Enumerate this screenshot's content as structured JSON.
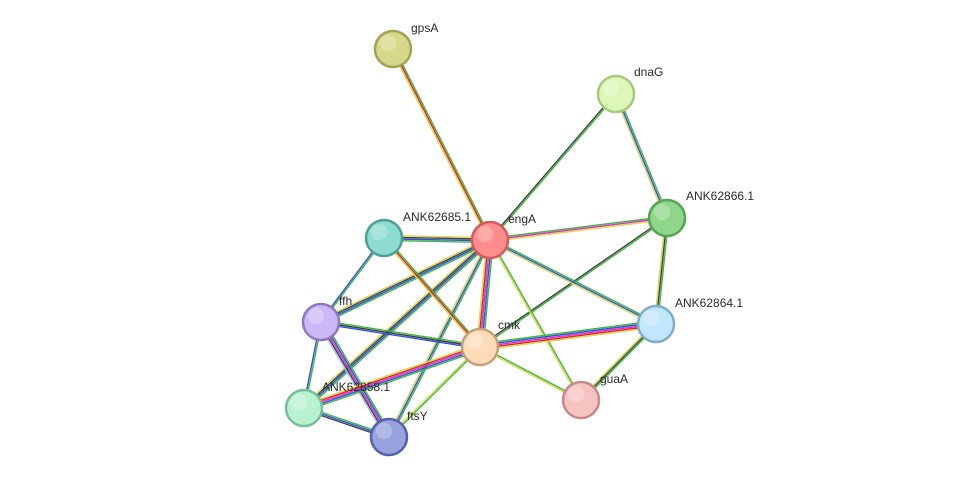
{
  "nodes": [
    {
      "id": "gpsA",
      "label": "gpsA",
      "fill": "#d8d88a",
      "stroke": "#a3a356"
    },
    {
      "id": "dnaG",
      "label": "dnaG",
      "fill": "#ddf7b8",
      "stroke": "#a6c97a"
    },
    {
      "id": "ANK62866.1",
      "label": "ANK62866.1",
      "fill": "#8fd68a",
      "stroke": "#55a44f"
    },
    {
      "id": "engA",
      "label": "engA",
      "fill": "#ff8d8d",
      "stroke": "#d45959"
    },
    {
      "id": "ANK62685.1",
      "label": "ANK62685.1",
      "fill": "#8ddcd2",
      "stroke": "#4e9f96"
    },
    {
      "id": "ffh",
      "label": "ffh",
      "fill": "#cbb8f7",
      "stroke": "#8d78c2"
    },
    {
      "id": "cmk",
      "label": "cmk",
      "fill": "#ffdcb8",
      "stroke": "#c6a07c"
    },
    {
      "id": "ANK62864.1",
      "label": "ANK62864.1",
      "fill": "#c2e6fb",
      "stroke": "#7eaecb"
    },
    {
      "id": "guaA",
      "label": "guaA",
      "fill": "#f7c2c2",
      "stroke": "#c58a8a"
    },
    {
      "id": "ANK62858.1",
      "label": "ANK62858.1",
      "fill": "#b8f2d0",
      "stroke": "#78bf95"
    },
    {
      "id": "ftsY",
      "label": "ftsY",
      "fill": "#97a2de",
      "stroke": "#5662a8"
    }
  ],
  "edges": [
    {
      "source": "gpsA",
      "target": "engA",
      "colors": [
        "#3fb83f",
        "#e02020",
        "#d8d84a"
      ]
    },
    {
      "source": "dnaG",
      "target": "engA",
      "colors": [
        "#3fb83f",
        "#404040"
      ]
    },
    {
      "source": "dnaG",
      "target": "ANK62866.1",
      "colors": [
        "#3fb83f",
        "#3050e0",
        "#d8d84a"
      ]
    },
    {
      "source": "engA",
      "target": "ANK62866.1",
      "colors": [
        "#3fb83f",
        "#e030c8",
        "#d8d84a"
      ]
    },
    {
      "source": "ANK62866.1",
      "target": "cmk",
      "colors": [
        "#3fb83f",
        "#404040"
      ]
    },
    {
      "source": "ANK62866.1",
      "target": "ANK62864.1",
      "colors": [
        "#3fb83f",
        "#404040",
        "#d8d84a"
      ]
    },
    {
      "source": "engA",
      "target": "ANK62685.1",
      "colors": [
        "#3fb83f",
        "#3050e0",
        "#404040",
        "#d8d84a"
      ]
    },
    {
      "source": "engA",
      "target": "ffh",
      "colors": [
        "#3fb83f",
        "#3050e0",
        "#404040",
        "#d8d84a"
      ]
    },
    {
      "source": "engA",
      "target": "cmk",
      "colors": [
        "#3fb83f",
        "#3050e0",
        "#e030c8",
        "#e02020",
        "#d8d84a"
      ]
    },
    {
      "source": "engA",
      "target": "ANK62864.1",
      "colors": [
        "#3fb83f",
        "#3050e0",
        "#d8d84a"
      ]
    },
    {
      "source": "engA",
      "target": "guaA",
      "colors": [
        "#3fb83f",
        "#d8d84a"
      ]
    },
    {
      "source": "engA",
      "target": "ANK62858.1",
      "colors": [
        "#3fb83f",
        "#3050e0",
        "#404040",
        "#d8d84a"
      ]
    },
    {
      "source": "engA",
      "target": "ftsY",
      "colors": [
        "#3fb83f",
        "#3050e0",
        "#d8d84a"
      ]
    },
    {
      "source": "ANK62685.1",
      "target": "ffh",
      "colors": [
        "#3fb83f",
        "#3050e0"
      ]
    },
    {
      "source": "ANK62685.1",
      "target": "cmk",
      "colors": [
        "#3fb83f",
        "#e02020",
        "#d8d84a"
      ]
    },
    {
      "source": "ffh",
      "target": "cmk",
      "colors": [
        "#3fb83f",
        "#404040",
        "#3050e0"
      ]
    },
    {
      "source": "ffh",
      "target": "ANK62858.1",
      "colors": [
        "#3fb83f",
        "#3050e0"
      ]
    },
    {
      "source": "ffh",
      "target": "ftsY",
      "colors": [
        "#3fb83f",
        "#3050e0",
        "#e030c8",
        "#404040",
        "#a0c8f0"
      ]
    },
    {
      "source": "cmk",
      "target": "ANK62864.1",
      "colors": [
        "#3fb83f",
        "#3050e0",
        "#e030c8",
        "#e02020",
        "#d8d84a"
      ]
    },
    {
      "source": "cmk",
      "target": "guaA",
      "colors": [
        "#3fb83f",
        "#d8d84a"
      ]
    },
    {
      "source": "cmk",
      "target": "ANK62858.1",
      "colors": [
        "#3fb83f",
        "#3050e0",
        "#e030c8",
        "#e02020",
        "#d8d84a"
      ]
    },
    {
      "source": "cmk",
      "target": "ftsY",
      "colors": [
        "#3fb83f",
        "#d8d84a"
      ]
    },
    {
      "source": "ANK62864.1",
      "target": "guaA",
      "colors": [
        "#3fb83f",
        "#404040",
        "#d8d84a"
      ]
    },
    {
      "source": "ANK62858.1",
      "target": "ftsY",
      "colors": [
        "#3fb83f",
        "#3050e0",
        "#404040"
      ]
    }
  ]
}
